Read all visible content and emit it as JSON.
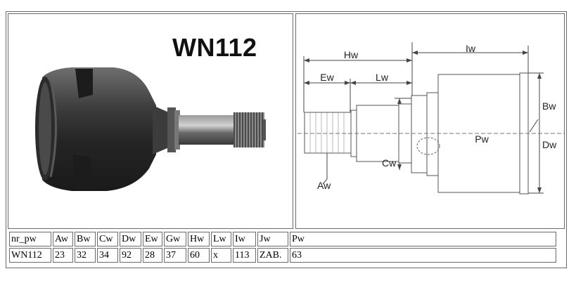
{
  "product": {
    "code": "WN112"
  },
  "drawing": {
    "labels": {
      "hw": "Hw",
      "iw": "Iw",
      "ew": "Ew",
      "lw": "Lw",
      "bw": "Bw",
      "dw": "Dw",
      "pw": "Pw",
      "cw": "Cw",
      "aw": "Aw"
    }
  },
  "specs": {
    "headers": [
      "nr_pw",
      "Aw",
      "Bw",
      "Cw",
      "Dw",
      "Ew",
      "Gw",
      "Hw",
      "Lw",
      "Iw",
      "Jw",
      "Pw"
    ],
    "values": [
      "WN112",
      "23",
      "32",
      "34",
      "92",
      "28",
      "37",
      "60",
      "x",
      "113",
      "ZAB.",
      "63"
    ]
  }
}
